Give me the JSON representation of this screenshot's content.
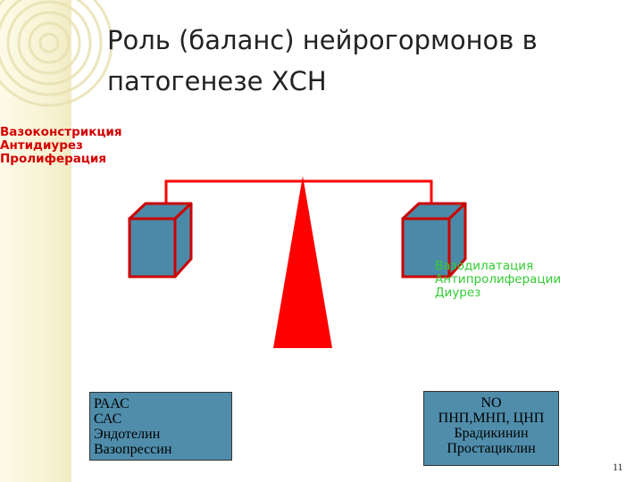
{
  "slide": {
    "title": "Роль (баланс) нейрогормонов в патогенезе ХСН",
    "left_effects": [
      "Вазоконстрикция",
      "Антидиурез",
      "Пролиферация"
    ],
    "right_effects": [
      "Вазодилатация",
      "Антипролиферации",
      "Диурез"
    ],
    "left_box_items": [
      "РААС",
      "САС",
      "Эндотелин",
      "Вазопрессин"
    ],
    "right_box_items": [
      "NO",
      "ПНП,МНП, ЦНП",
      "Брадикинин",
      "Простациклин"
    ],
    "page_number": "11"
  },
  "colors": {
    "accent_red": "#ff0000",
    "cube_blue": "#4a8aa8",
    "box_blue": "#4f8dab",
    "left_text": "#d40000",
    "right_text": "#33cc33"
  }
}
